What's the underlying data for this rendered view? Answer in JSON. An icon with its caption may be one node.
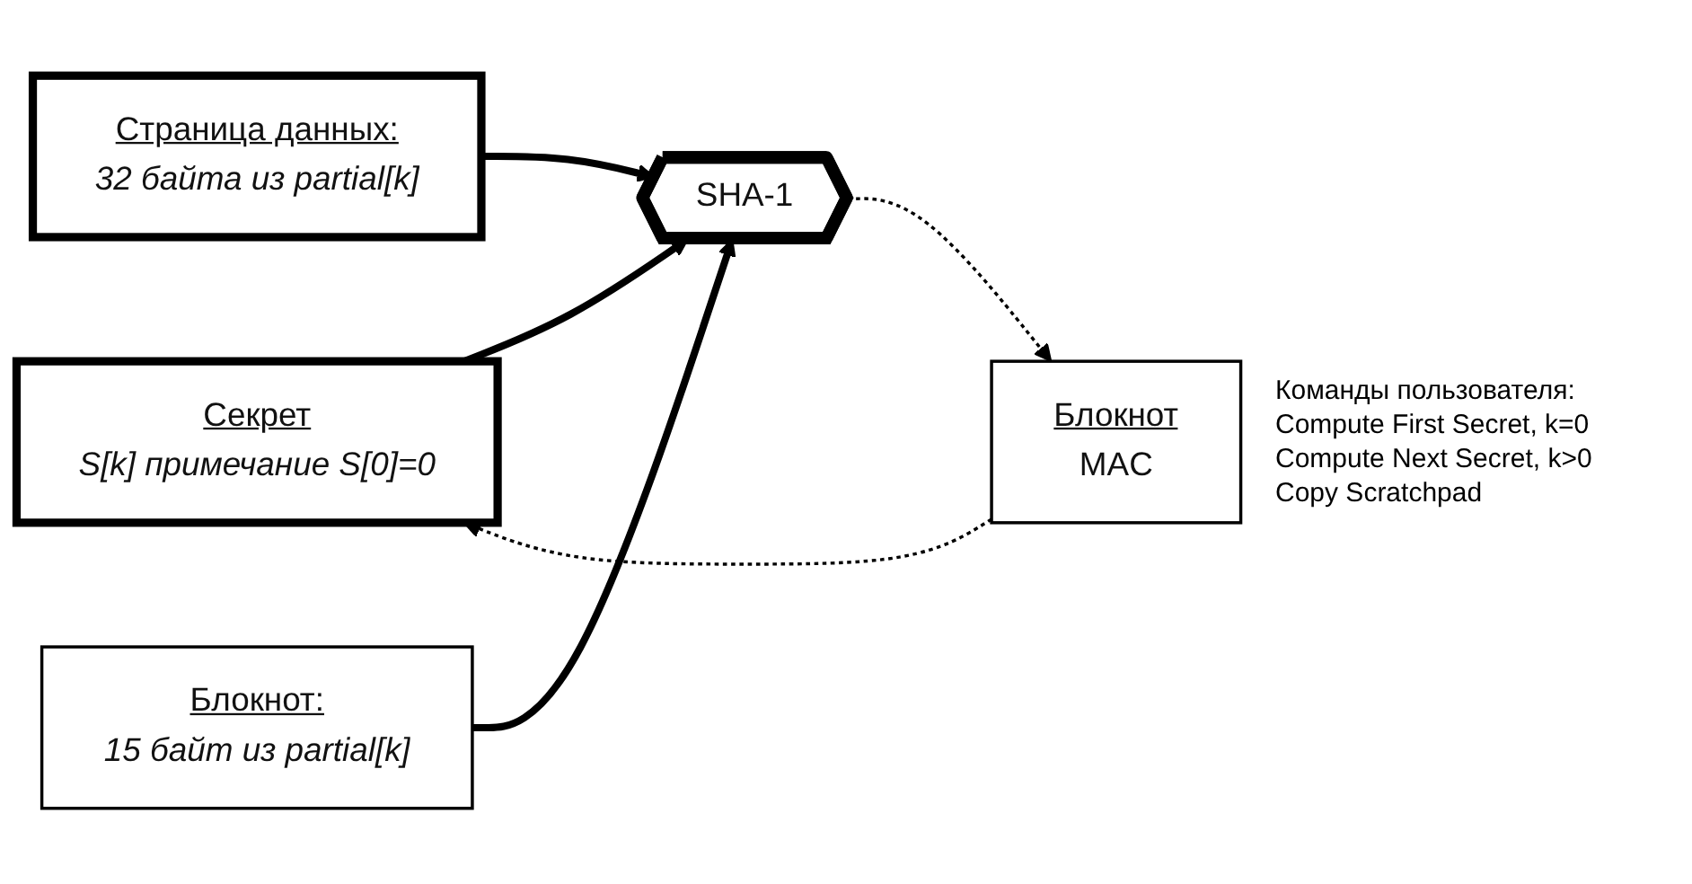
{
  "diagram": {
    "nodes": [
      {
        "text": [
          "Секрет",
          "S[k] примечание S[0]=0"
        ]
      },
      {
        "text": [
          "Страница данных:",
          "32 байта из partial[k]"
        ]
      },
      {
        "text": [
          "SHA-1"
        ]
      },
      {
        "text": [
          "Блокнот",
          "MAC"
        ]
      },
      {
        "text": [
          "Блокнот:",
          "15 байт из partial[k]"
        ]
      }
    ],
    "edges": [
      {
        "from": 0,
        "to": 2,
        "arrow": "to"
      },
      {
        "from": 1,
        "to": 2,
        "arrow": "to"
      },
      {
        "from": 4,
        "to": 2,
        "arrow": "to"
      },
      {
        "from": 2,
        "to": 3,
        "arrow": "to",
        "style": "dashed"
      },
      {
        "from": 3,
        "to": 0,
        "arrow": "to",
        "style": "dashed"
      }
    ],
    "labels": [
      "Команды пользователя:",
      "Compute First Secret, k=0",
      "Compute Next Secret, k>0",
      "Copy Scratchpad"
    ]
  }
}
